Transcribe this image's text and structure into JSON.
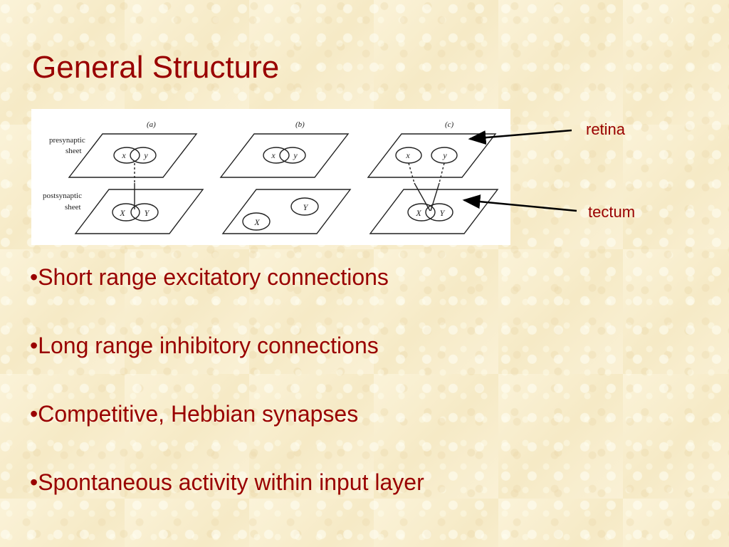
{
  "slide": {
    "title": "General Structure"
  },
  "figure": {
    "panel_labels": [
      "(a)",
      "(b)",
      "(c)"
    ],
    "presynaptic_label_line1": "presynaptic",
    "presynaptic_label_line2": "sheet",
    "postsynaptic_label_line1": "postsynaptic",
    "postsynaptic_label_line2": "sheet",
    "pre_cell_x": "x",
    "pre_cell_y": "y",
    "post_cell_x": "X",
    "post_cell_y": "Y"
  },
  "callouts": {
    "retina": "retina",
    "tectum": "tectum"
  },
  "bullets": [
    "•Short range excitatory connections",
    "•Long range inhibitory connections",
    "•Competitive, Hebbian synapses",
    "•Spontaneous activity within input layer"
  ],
  "colors": {
    "text_accent": "#990000",
    "background": "#f8efcf"
  }
}
